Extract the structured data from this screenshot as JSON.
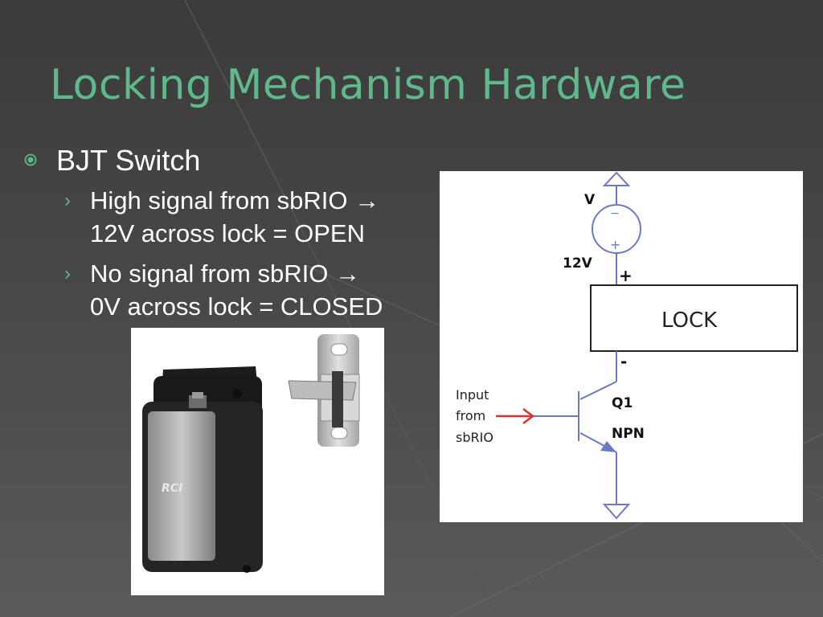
{
  "slide": {
    "title": "Locking Mechanism Hardware",
    "bullets": [
      {
        "text": "BJT Switch",
        "sub": [
          {
            "line1": "High signal from sbRIO →",
            "line2": "12V across lock = OPEN"
          },
          {
            "line1": "No signal from sbRIO →",
            "line2": "0V across lock = CLOSED"
          }
        ]
      }
    ]
  },
  "photo": {
    "brand": "RCI"
  },
  "schematic": {
    "source_label": "V",
    "voltage_label": "12V",
    "plus_sign": "+",
    "minus_sign": "−",
    "terminal_plus": "+",
    "terminal_minus": "-",
    "lock_label": "LOCK",
    "input_label": [
      "Input",
      "from",
      "sbRIO"
    ],
    "transistor_name": "Q1",
    "transistor_type": "NPN"
  },
  "colors": {
    "title": "#5fb98a",
    "accent": "#5fb98a",
    "wire": "#6b78c8",
    "arrow": "#e0302b",
    "text": "#ffffff"
  }
}
